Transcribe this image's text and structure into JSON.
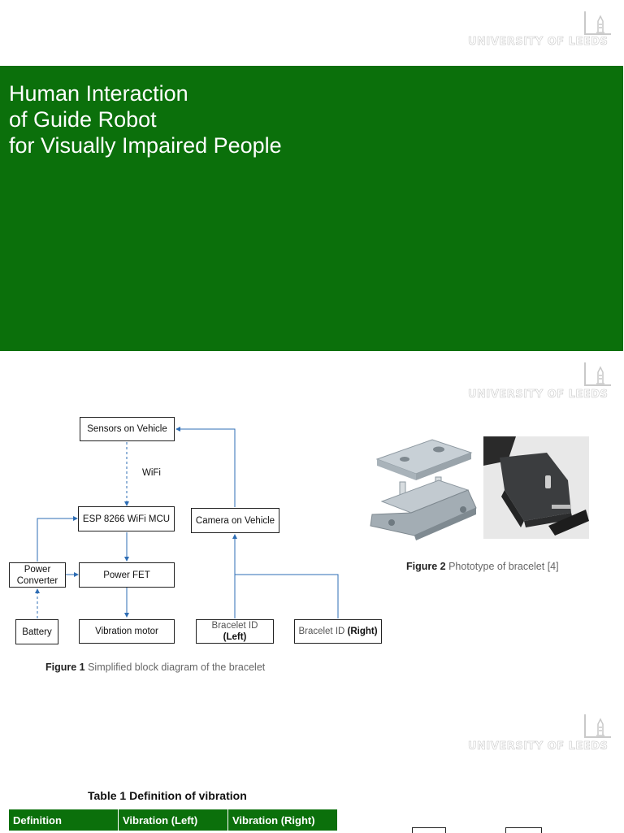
{
  "header": {
    "university": "UNIVERSITY OF LEEDS"
  },
  "slide1": {
    "title_lines": [
      "Human Interaction",
      "of Guide Robot",
      "for Visually Impaired People"
    ]
  },
  "slide2": {
    "blocks": {
      "sensors": "Sensors on Vehicle",
      "wifi": "WiFi",
      "esp": "ESP 8266 WiFi MCU",
      "camera": "Camera on Vehicle",
      "power_converter": "Power Converter",
      "power_fet": "Power FET",
      "battery": "Battery",
      "motor": "Vibration motor",
      "bracelet_left_line1": "Bracelet ID",
      "bracelet_left_line2": "(Left)",
      "bracelet_right_text": "Bracelet ID ",
      "bracelet_right_bold": "(Right)"
    },
    "figure1": {
      "label": "Figure 1",
      "text": " Simplified block diagram of the bracelet"
    },
    "figure2": {
      "label": "Figure 2",
      "text": " Phototype of bracelet [4]"
    }
  },
  "slide3": {
    "table_title": "Table 1 Definition of vibration",
    "columns": [
      "Definition",
      "Vibration (Left)",
      "Vibration (Right)"
    ]
  },
  "colors": {
    "brand_green": "#0b700b",
    "arrow_blue": "#2e6db4"
  }
}
